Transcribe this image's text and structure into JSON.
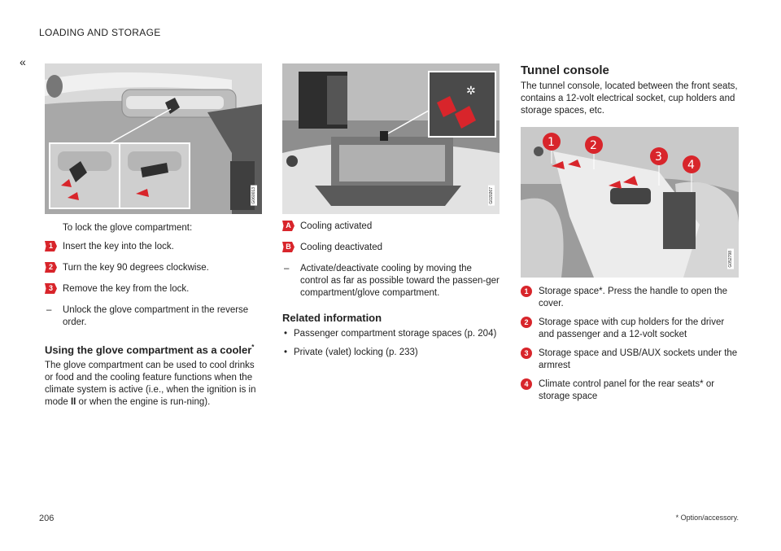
{
  "header": {
    "title": "LOADING AND STORAGE",
    "back_icon": "«"
  },
  "col1": {
    "figure_code": "G060013",
    "intro": "To lock the glove compartment:",
    "steps": [
      {
        "marker": "1",
        "text": "Insert the key into the lock."
      },
      {
        "marker": "2",
        "text": "Turn the key 90 degrees clockwise."
      },
      {
        "marker": "3",
        "text": "Remove the key from the lock."
      }
    ],
    "dash_step": "Unlock the glove compartment in the reverse order.",
    "heading": "Using the glove compartment as a cooler",
    "heading_sup": "*",
    "body_parts": {
      "before": "The glove compartment can be used to cool drinks or food and the cooling feature functions when the climate system is active (i.e., when the ignition is in mode ",
      "bold": "II",
      "after": " or when the engine is run-ning)."
    }
  },
  "col2": {
    "figure_code": "G020267",
    "steps": [
      {
        "marker": "A",
        "text": "Cooling activated"
      },
      {
        "marker": "B",
        "text": "Cooling deactivated"
      }
    ],
    "dash_step": "Activate/deactivate cooling by moving the control as far as possible toward the passen-ger compartment/glove compartment.",
    "related_heading": "Related information",
    "related": [
      "Passenger compartment storage spaces (p. 204)",
      "Private (valet) locking (p. 233)"
    ]
  },
  "col3": {
    "heading": "Tunnel console",
    "intro": "The tunnel console, located between the front seats, contains a 12-volt electrical socket, cup holders and storage spaces, etc.",
    "figure_code": "G052798",
    "items": [
      {
        "marker": "1",
        "text": "Storage space*. Press the handle to open the cover."
      },
      {
        "marker": "2",
        "text": "Storage space with cup holders for the driver and passenger and a 12-volt socket"
      },
      {
        "marker": "3",
        "text": "Storage space and USB/AUX sockets under the armrest"
      },
      {
        "marker": "4",
        "text": "Climate control panel for the rear seats* or storage space"
      }
    ]
  },
  "footer": {
    "page_number": "206",
    "footnote": "* Option/accessory."
  },
  "colors": {
    "accent": "#d8252b",
    "figure_gray": "#9a9a9a"
  }
}
